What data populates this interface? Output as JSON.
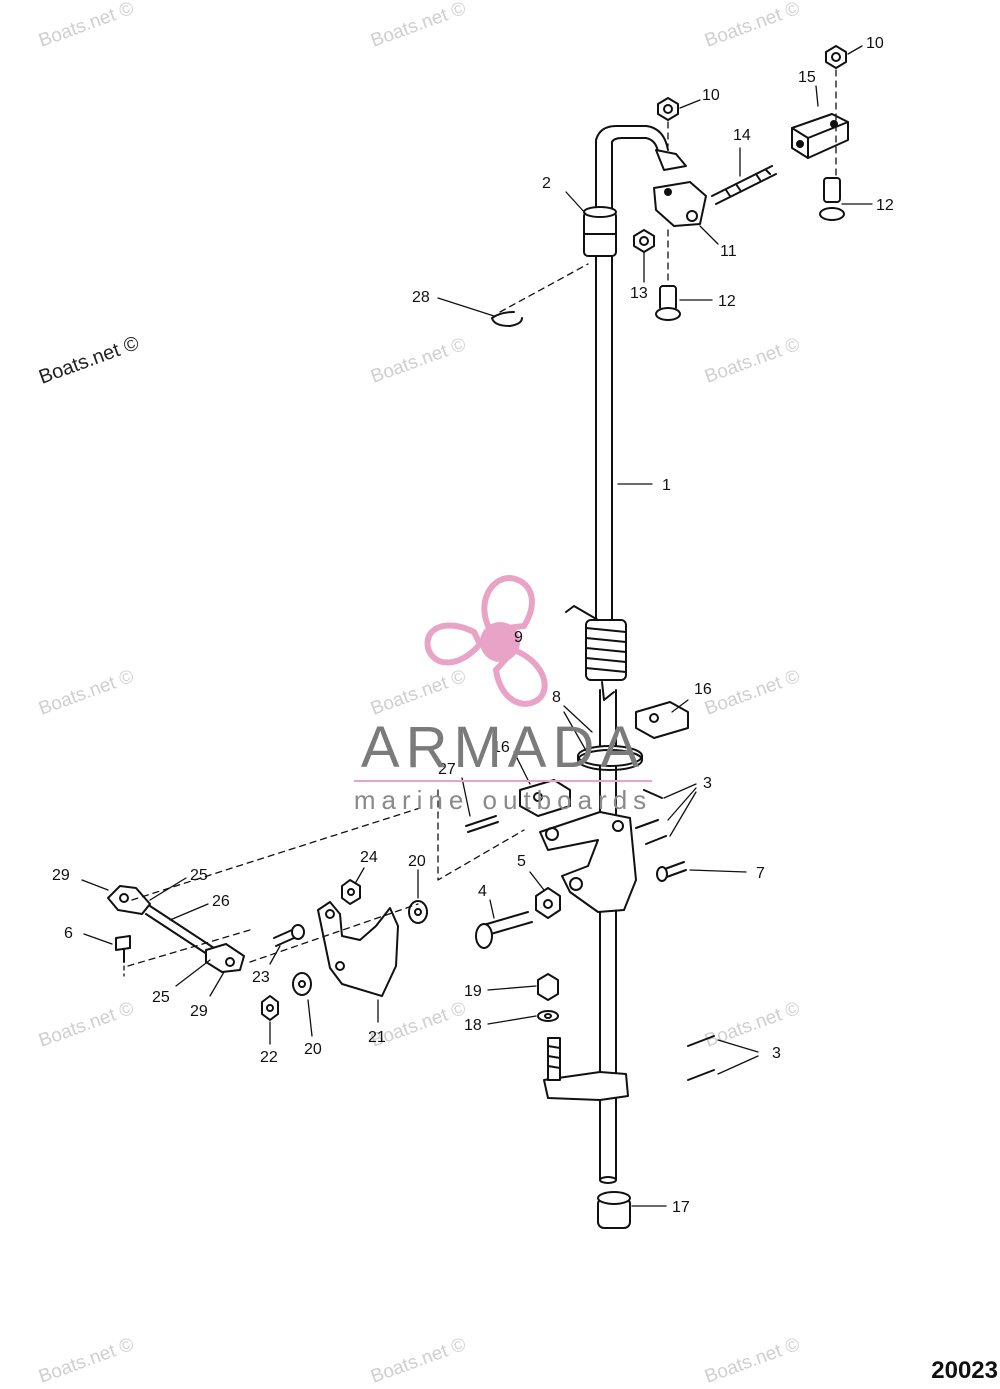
{
  "watermarks": {
    "boats_net": "Boats.net ©"
  },
  "brand": {
    "name": "ARMADA",
    "tagline": "marine outboards",
    "accent_color": "#e8a3c6",
    "logo_icon": "propeller-icon"
  },
  "figure_number": "20023",
  "part_callouts": [
    {
      "num": "1"
    },
    {
      "num": "2"
    },
    {
      "num": "3"
    },
    {
      "num": "3"
    },
    {
      "num": "4"
    },
    {
      "num": "5"
    },
    {
      "num": "6"
    },
    {
      "num": "7"
    },
    {
      "num": "8"
    },
    {
      "num": "9"
    },
    {
      "num": "10"
    },
    {
      "num": "10"
    },
    {
      "num": "11"
    },
    {
      "num": "12"
    },
    {
      "num": "12"
    },
    {
      "num": "13"
    },
    {
      "num": "14"
    },
    {
      "num": "15"
    },
    {
      "num": "16"
    },
    {
      "num": "16"
    },
    {
      "num": "17"
    },
    {
      "num": "18"
    },
    {
      "num": "19"
    },
    {
      "num": "20"
    },
    {
      "num": "20"
    },
    {
      "num": "21"
    },
    {
      "num": "22"
    },
    {
      "num": "23"
    },
    {
      "num": "24"
    },
    {
      "num": "25"
    },
    {
      "num": "25"
    },
    {
      "num": "26"
    },
    {
      "num": "27"
    },
    {
      "num": "28"
    },
    {
      "num": "29"
    },
    {
      "num": "29"
    }
  ]
}
